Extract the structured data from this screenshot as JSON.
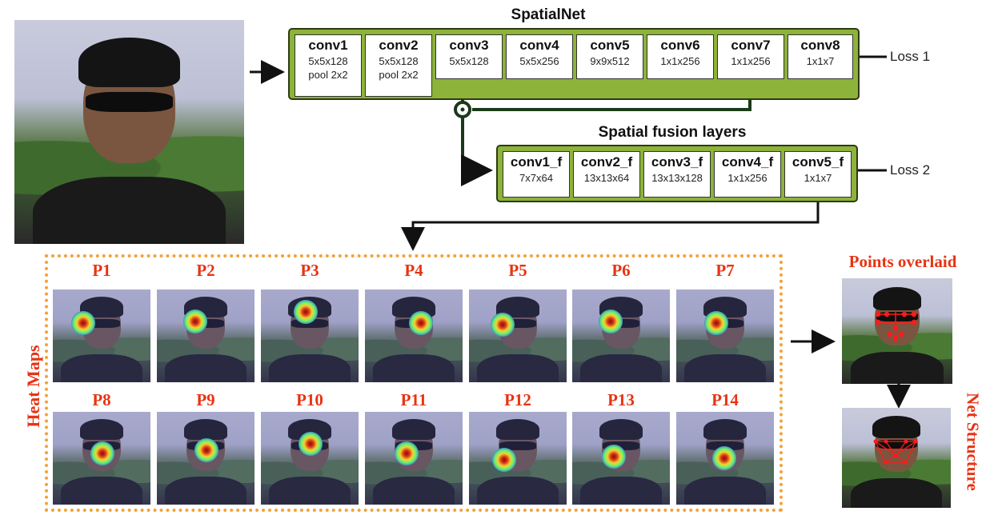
{
  "spatialnet": {
    "title": "SpatialNet",
    "layers": [
      {
        "name": "conv1",
        "d1": "5x5x128",
        "d2": "pool 2x2"
      },
      {
        "name": "conv2",
        "d1": "5x5x128",
        "d2": "pool 2x2"
      },
      {
        "name": "conv3",
        "d1": "5x5x128",
        "d2": ""
      },
      {
        "name": "conv4",
        "d1": "5x5x256",
        "d2": ""
      },
      {
        "name": "conv5",
        "d1": "9x9x512",
        "d2": ""
      },
      {
        "name": "conv6",
        "d1": "1x1x256",
        "d2": ""
      },
      {
        "name": "conv7",
        "d1": "1x1x256",
        "d2": ""
      },
      {
        "name": "conv8",
        "d1": "1x1x7",
        "d2": ""
      }
    ],
    "loss": "Loss 1"
  },
  "fusion": {
    "title": "Spatial fusion layers",
    "layers": [
      {
        "name": "conv1_f",
        "d1": "7x7x64"
      },
      {
        "name": "conv2_f",
        "d1": "13x13x64"
      },
      {
        "name": "conv3_f",
        "d1": "13x13x128"
      },
      {
        "name": "conv4_f",
        "d1": "1x1x256"
      },
      {
        "name": "conv5_f",
        "d1": "1x1x7"
      }
    ],
    "loss": "Loss 2"
  },
  "heatmaps": {
    "side_label": "Heat Maps",
    "row1": [
      "P1",
      "P2",
      "P3",
      "P4",
      "P5",
      "P6",
      "P7"
    ],
    "row2": [
      "P8",
      "P9",
      "P10",
      "P11",
      "P12",
      "P13",
      "P14"
    ]
  },
  "output": {
    "points_label": "Points overlaid",
    "net_label": "Net Structure"
  },
  "colors": {
    "net_green": "#8db33a",
    "label_red": "#e63414",
    "dotted_orange": "#f2a23a"
  }
}
